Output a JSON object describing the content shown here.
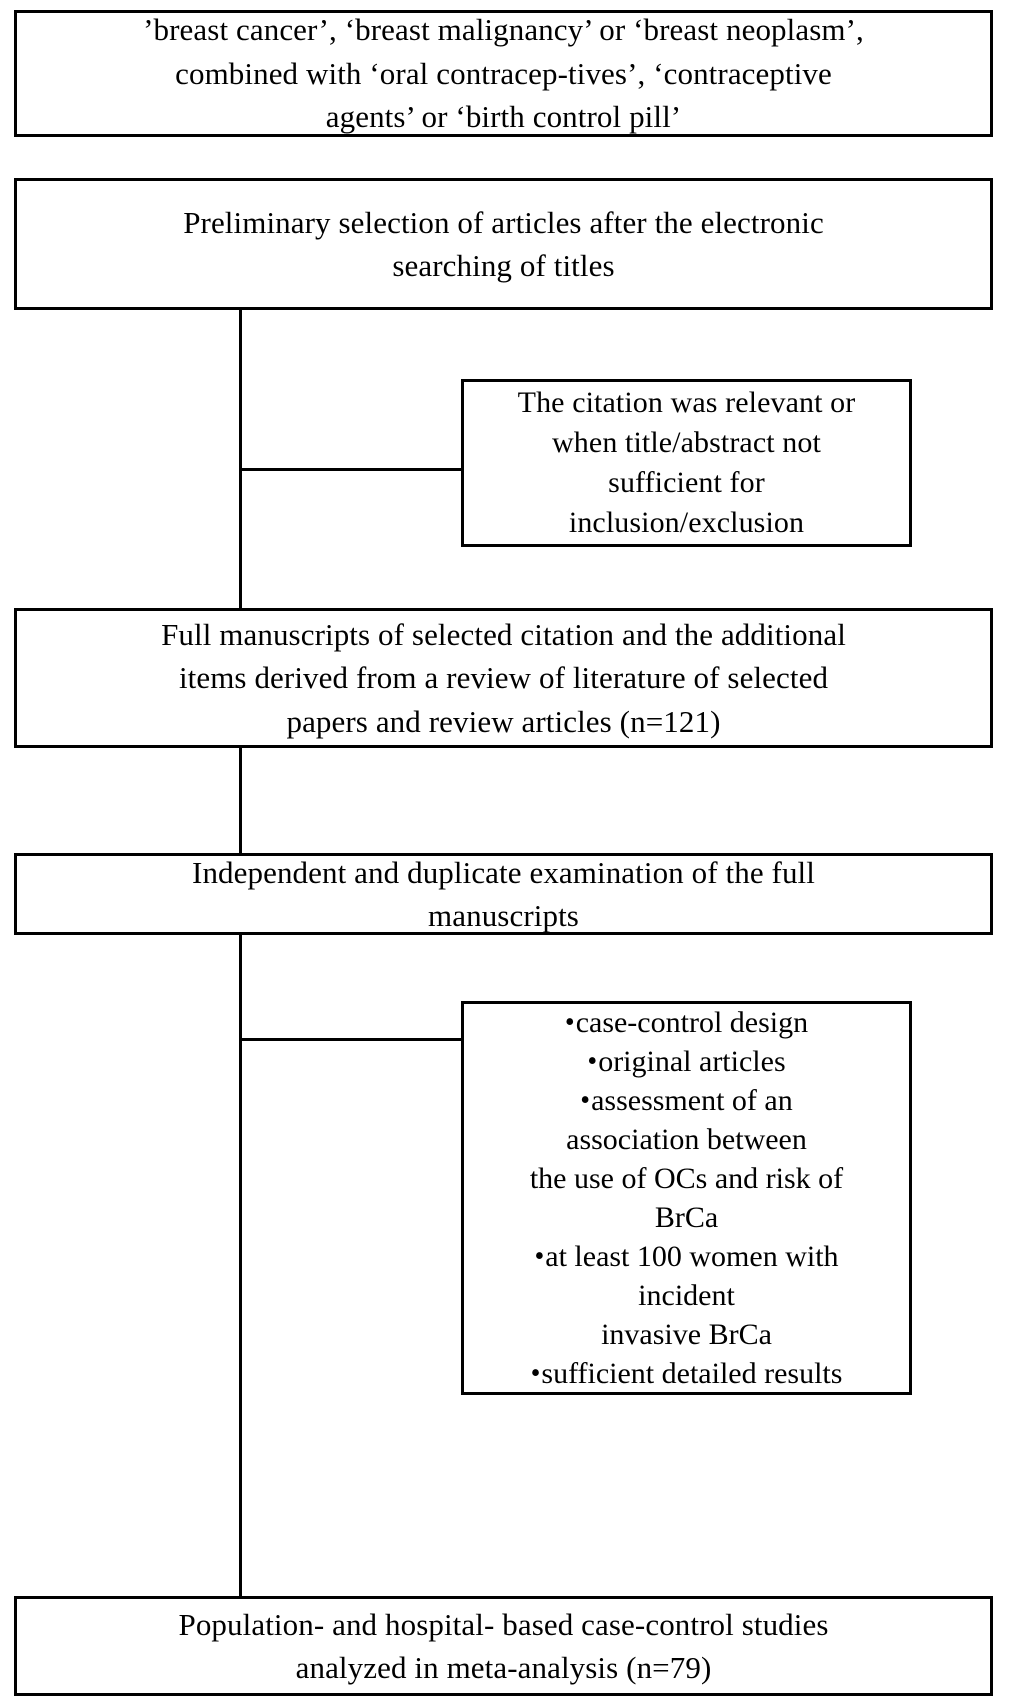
{
  "diagram": {
    "title": "Flowchart of study selection for meta-analysis of oral contraceptives and breast cancer",
    "type": "flowchart",
    "orientation": "top-to-bottom",
    "background_color": "#ffffff",
    "line_color": "#000000",
    "box_border_color": "#000000",
    "box_fill_color": "#ffffff"
  },
  "nodes": {
    "search_terms": {
      "id": "search-terms",
      "text": "’breast cancer’, ‘breast malignancy’ or ‘breast neoplasm’,\ncombined with ‘oral contracep-tives’, ‘contraceptive\nagents’ or ‘birth control pill’"
    },
    "preliminary_selection": {
      "id": "preliminary-selection",
      "text": "Preliminary selection of articles after the electronic\nsearching of titles"
    },
    "citation_relevance": {
      "id": "citation-relevance",
      "text": "The citation was relevant or\nwhen title/abstract not\nsufficient for\ninclusion/exclusion"
    },
    "full_manuscripts": {
      "id": "full-manuscripts",
      "text": "Full manuscripts of selected citation and the additional\nitems derived from a review of literature of selected\npapers and review articles (n=121)",
      "count_label": "(n=121)",
      "count": 121
    },
    "independent_examination": {
      "id": "independent-examination",
      "text": "Independent and duplicate examination of the full\nmanuscripts"
    },
    "inclusion_criteria": {
      "id": "inclusion-criteria",
      "bullet_glyph": "•",
      "items": [
        "case-control design",
        "original articles",
        "assessment of an\nassociation between\nthe use of OCs and risk of\nBrCa",
        "at least 100 women with\nincident\ninvasive BrCa",
        "sufficient detailed results"
      ]
    },
    "final_studies": {
      "id": "final-studies",
      "text": "Population- and hospital- based case-control studies\nanalyzed in meta-analysis (n=79)",
      "count_label": "(n=79)",
      "count": 79
    }
  },
  "connectors": [
    {
      "id": "spine-top",
      "from": "preliminary_selection",
      "to": "full_manuscripts"
    },
    {
      "id": "branch-right-1",
      "from": "spine",
      "to": "citation_relevance"
    },
    {
      "id": "spine-middle",
      "from": "full_manuscripts",
      "to": "independent_examination"
    },
    {
      "id": "spine-bottom",
      "from": "independent_examination",
      "to": "final_studies"
    },
    {
      "id": "branch-right-2",
      "from": "spine",
      "to": "inclusion_criteria"
    }
  ]
}
